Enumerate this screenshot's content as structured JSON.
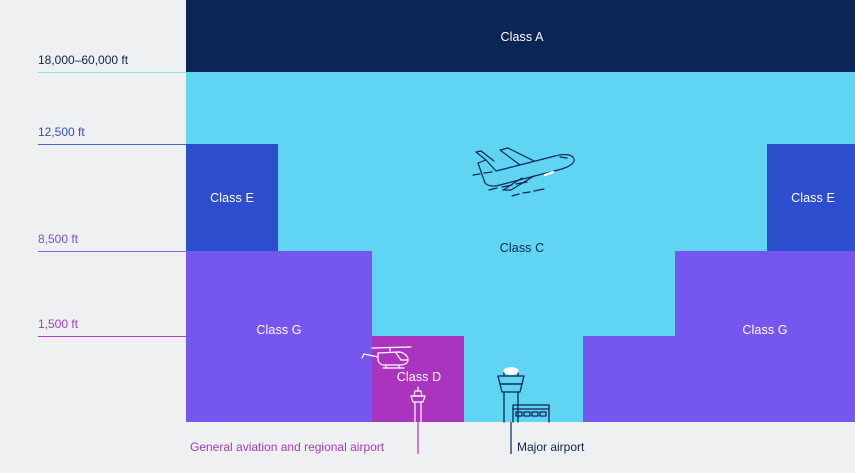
{
  "colors": {
    "class_a": "#0c2557",
    "class_c": "#5fd4f3",
    "class_e": "#2d4fcd",
    "class_g": "#7556ee",
    "class_d": "#ab34bf",
    "guide_a": "#8edfe6",
    "guide_e": "#4a67c9",
    "guide_g": "#8c63e3",
    "guide_d": "#b23fbf",
    "ink_dark": "#0c2557"
  },
  "altitudes": {
    "a": "18,000–60,000 ft",
    "c": "12,500 ft",
    "e": "8,500 ft",
    "g": "1,500 ft"
  },
  "classes": {
    "a": "Class A",
    "c": "Class C",
    "e_left": "Class E",
    "e_right": "Class E",
    "g_left": "Class G",
    "g_right": "Class G",
    "d": "Class D"
  },
  "footer": {
    "regional": "General aviation and regional airport",
    "major": "Major airport"
  },
  "icons": {
    "airplane": "airplane-icon",
    "helicopter": "helicopter-icon",
    "small_tower": "control-tower-small-icon",
    "major_tower": "control-tower-major-icon",
    "terminal": "terminal-building-icon"
  }
}
